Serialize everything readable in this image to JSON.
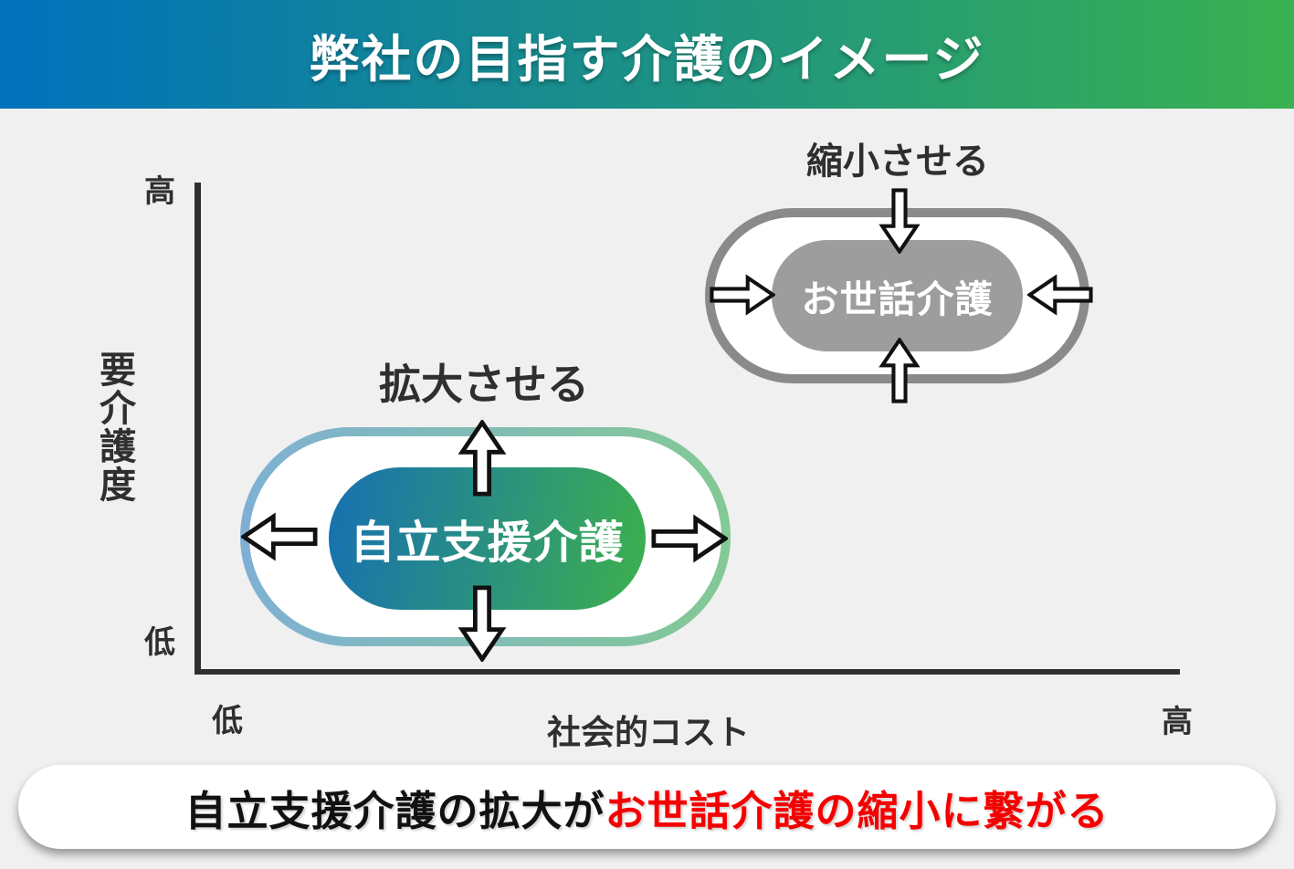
{
  "header": {
    "title": "弊社の目指す介護のイメージ"
  },
  "axes": {
    "y": {
      "title": "要介護度",
      "high": "高",
      "low": "低"
    },
    "x": {
      "title": "社会的コスト",
      "low": "低",
      "high": "高"
    }
  },
  "shrink_group": {
    "annotation": "縮小させる",
    "pill_text": "お世話介護",
    "arrow_direction": "inward"
  },
  "expand_group": {
    "annotation": "拡大させる",
    "pill_text": "自立支援介護",
    "arrow_direction": "outward"
  },
  "banner": {
    "black_part": "自立支援介護の拡大が",
    "red_part": "お世話介護の縮小に繋がる"
  },
  "colors": {
    "header_blue": "#0071bc",
    "header_green": "#39b150",
    "pill_blue": "#1770b2",
    "pill_green": "#3db04d",
    "ring_blue": "#7fb0d4",
    "ring_green": "#83c994",
    "gray_border": "#8a8a8a",
    "gray_fill": "#9d9d9d",
    "axis_color": "#2f2f2f",
    "text_dark": "#2f2f2f",
    "banner_red": "#f50000",
    "background": "#f0f0f0"
  }
}
